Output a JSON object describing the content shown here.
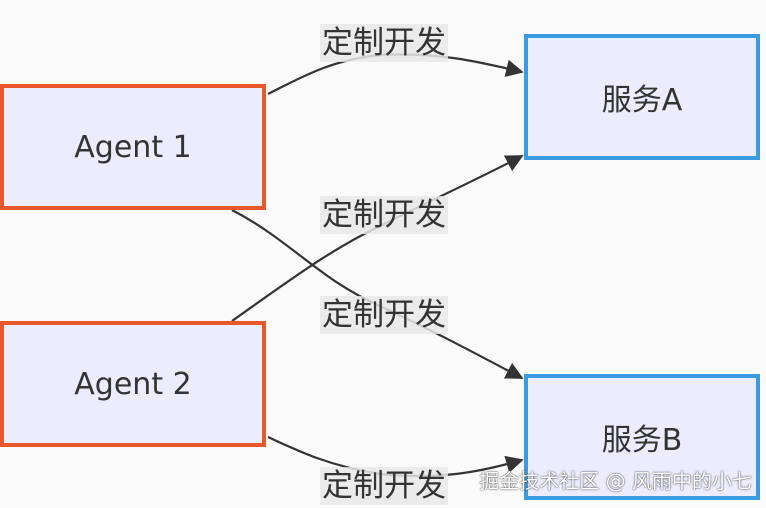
{
  "nodes": {
    "agent1": "Agent 1",
    "agent2": "Agent 2",
    "service_a": "服务A",
    "service_b": "服务B"
  },
  "edges": [
    {
      "from": "Agent 1",
      "to": "服务A",
      "label": "定制开发"
    },
    {
      "from": "Agent 2",
      "to": "服务A",
      "label": "定制开发"
    },
    {
      "from": "Agent 1",
      "to": "服务B",
      "label": "定制开发"
    },
    {
      "from": "Agent 2",
      "to": "服务B",
      "label": "定制开发"
    }
  ],
  "watermark": "掘金技术社区 @ 风雨中的小七",
  "colors": {
    "agent_border": "#e8582b",
    "service_border": "#3b9be0",
    "node_fill": "#ececff",
    "edge_stroke": "#333333",
    "label_bg": "#e8e8e8"
  }
}
